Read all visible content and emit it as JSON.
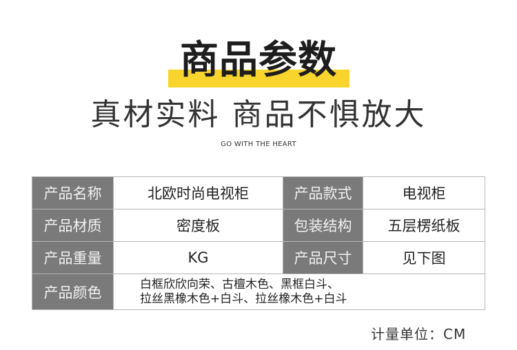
{
  "header": {
    "title": "商品参数",
    "subtitle": "真材实料  商品不惧放大",
    "tagline": "GO WITH THE HEART",
    "highlight_color": "#f8d42c"
  },
  "table": {
    "rows": [
      [
        {
          "label": "产品名称",
          "value": "北欧时尚电视柜"
        },
        {
          "label": "产品款式",
          "value": "电视柜"
        }
      ],
      [
        {
          "label": "产品材质",
          "value": "密度板"
        },
        {
          "label": "包装结构",
          "value": "五层楞纸板"
        }
      ],
      [
        {
          "label": "产品重量",
          "value": "KG"
        },
        {
          "label": "产品尺寸",
          "value": "见下图"
        }
      ]
    ],
    "colors": {
      "label": "产品颜色",
      "line1": "白框欣欣向荣、古檀木色、黑框白斗、",
      "line2": "拉丝黑橡木色+白斗、拉丝橡木色+白斗"
    },
    "label_bg_color": "#7a7a7a",
    "border_color": "#b5b5b5"
  },
  "footer": {
    "unit": "计量单位：CM"
  }
}
